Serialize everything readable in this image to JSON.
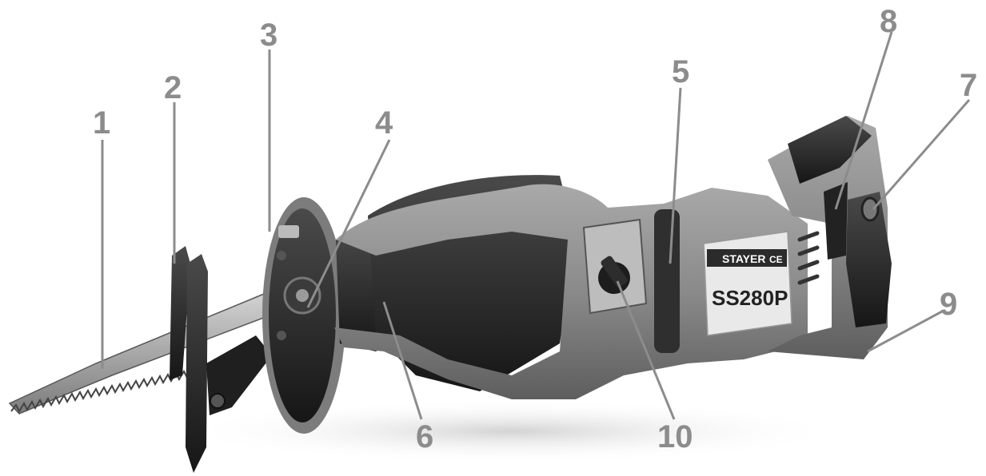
{
  "diagram": {
    "subject": "reciprocating-saw",
    "brand": "STAYER",
    "ce_mark": "CE",
    "model": "SS280P",
    "callouts": [
      {
        "id": "1",
        "label": "1"
      },
      {
        "id": "2",
        "label": "2"
      },
      {
        "id": "3",
        "label": "3"
      },
      {
        "id": "4",
        "label": "4"
      },
      {
        "id": "5",
        "label": "5"
      },
      {
        "id": "6",
        "label": "6"
      },
      {
        "id": "7",
        "label": "7"
      },
      {
        "id": "8",
        "label": "8"
      },
      {
        "id": "9",
        "label": "9"
      },
      {
        "id": "10",
        "label": "10"
      }
    ],
    "colors": {
      "callout": "#8c8c8c",
      "body_dark": "#2b2b2b",
      "body_grey": "#8a8a8a",
      "label_bg": "#e9e9e9"
    }
  }
}
